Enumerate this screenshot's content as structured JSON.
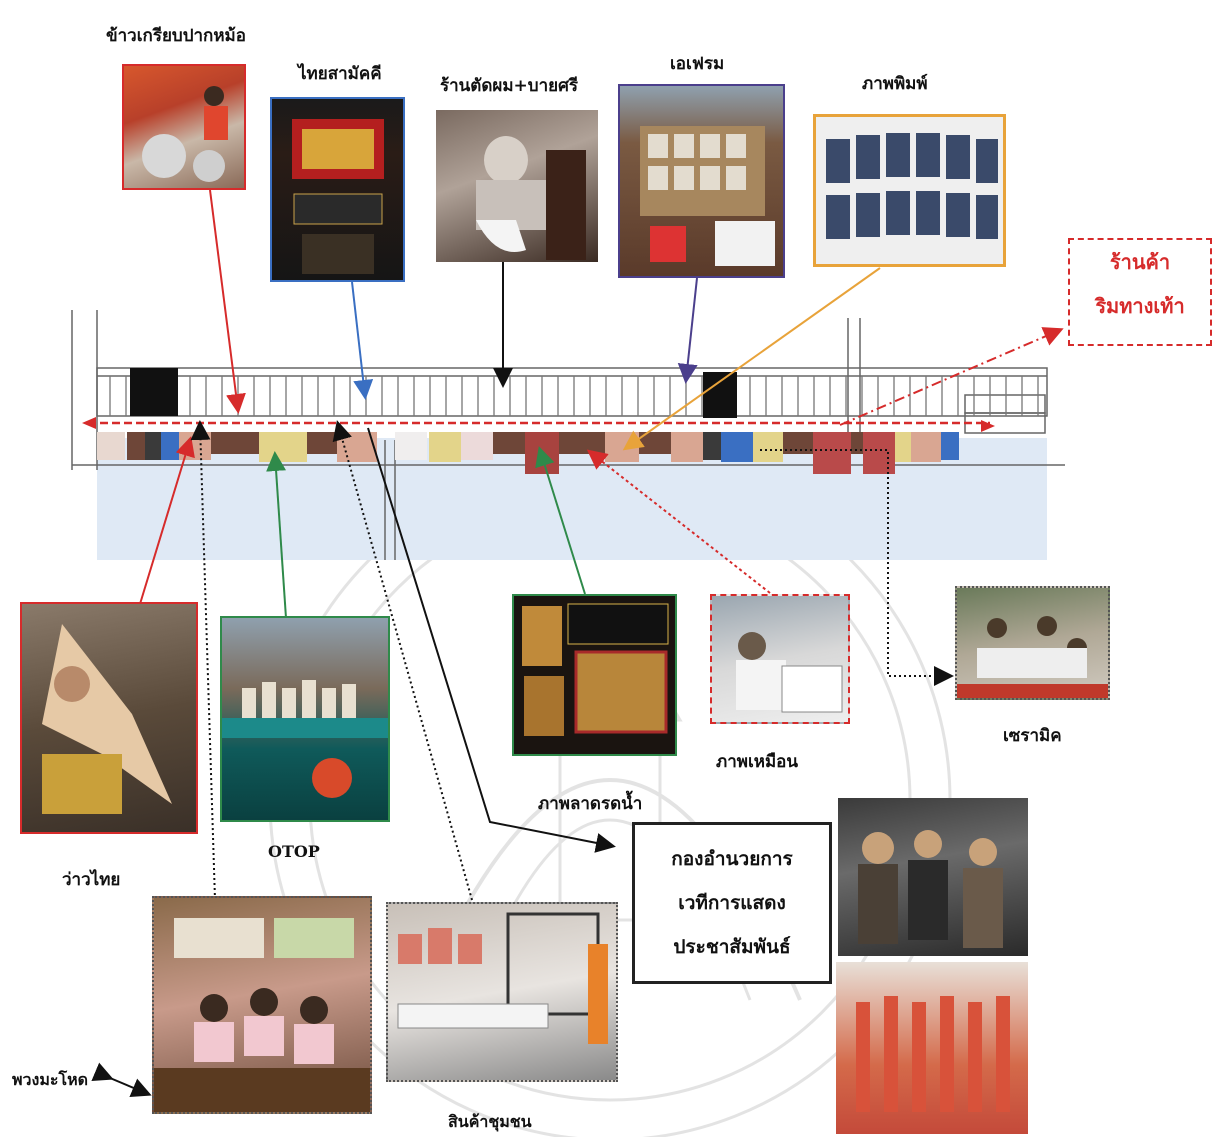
{
  "title": "ข้าวเกรียบปากหม้อ",
  "labels": {
    "khao_kriap": "ข้าวเกรียบปากหม้อ",
    "thai_samakkhi": "ไทยสามัคคี",
    "barber": "ร้านตัดผม+บายศรี",
    "eframe": "เอเฟรม",
    "prints": "ภาพพิมพ์",
    "sidewalk_line1": "ร้านค้า",
    "sidewalk_line2": "ริมทางเท้า",
    "kite": "ว่าวไทย",
    "otop": "OTOP",
    "water_painting": "ภาพลาดรดน้ำ",
    "portrait": "ภาพเหมือน",
    "ceramic": "เซรามิค",
    "stage_line1": "กองอำนวยการ",
    "stage_line2": "เวทีการแสดง",
    "stage_line3": "ประชาสัมพันธ์",
    "mahot": "พวงมะโหด",
    "community": "สินค้าชุมชน"
  },
  "colors": {
    "red": "#d62b2b",
    "orange": "#e8a33a",
    "blue": "#3a6fc2",
    "green": "#2f8a4a",
    "purple": "#4b3f8c",
    "black": "#111111",
    "water": "#dfe9f5"
  }
}
